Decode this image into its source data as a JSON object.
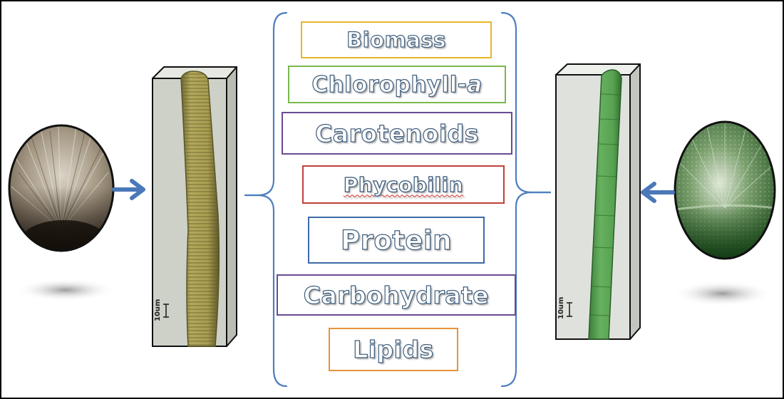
{
  "labels": [
    {
      "text": "Biomass",
      "color": "#e8b62a"
    },
    {
      "text": "Chlorophyll-",
      "suffix": "a",
      "color": "#78b84c"
    },
    {
      "text": "Carotenoids",
      "color": "#6a4b94"
    },
    {
      "text": "Phycobilin",
      "color": "#c0413a"
    },
    {
      "text": "Protein",
      "color": "#3d6aa8"
    },
    {
      "text": "Carbohydrate",
      "color": "#6a4b94"
    },
    {
      "text": "Lipids",
      "color": "#e8923a"
    }
  ],
  "scale_bars": {
    "left": "10um",
    "right": "10um"
  },
  "colors": {
    "arrow": "#4a78b8",
    "bracket": "#4f7fbf",
    "left_filament": "#a79c54",
    "right_filament": "#4f9b4d"
  },
  "icons": {
    "left_culture": "brown-filament-colony-photo",
    "right_culture": "green-filament-colony-photo",
    "arrows": "arrow-right-icon / arrow-left-icon"
  }
}
